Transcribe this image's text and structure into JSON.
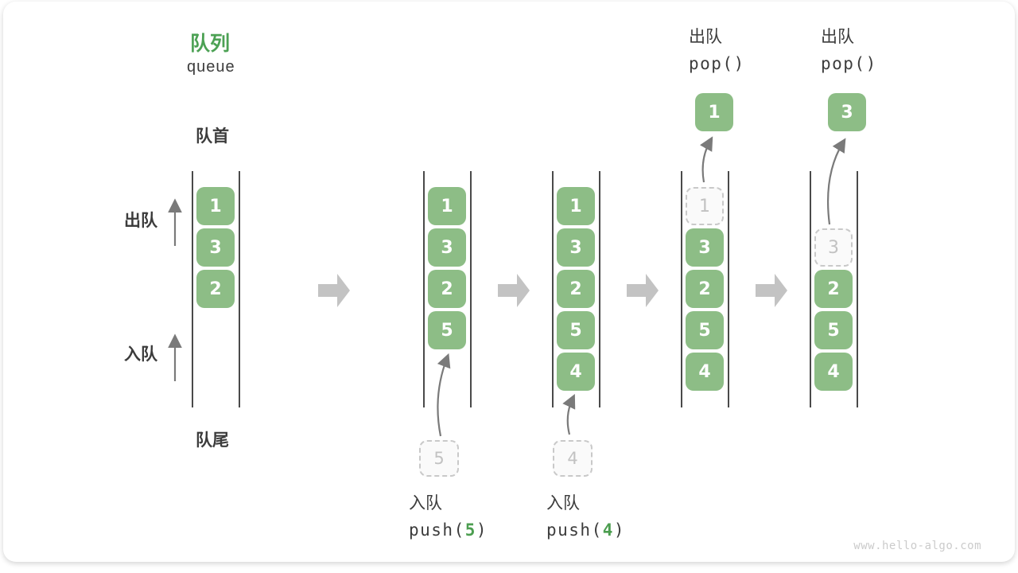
{
  "title": {
    "zh": "队列",
    "en": "queue"
  },
  "side_labels": {
    "front": "队首",
    "rear": "队尾",
    "dequeue": "出队",
    "enqueue": "入队"
  },
  "watermark": "www.hello-algo.com",
  "colors": {
    "box-green": "#8DBD86",
    "title-green": "#4CA154",
    "code-arg-green": "#4C9E50",
    "text-dark": "#3C3C3C",
    "block-arrow-gray": "#C3C3C3",
    "dashed-border-gray": "#C9C9C9",
    "dashed-text-gray": "#C2C2C2",
    "dashed-fill": "#FAFAFA",
    "column-line": "#4A4A4A",
    "thin-arrow-gray": "#7A7A7A",
    "watermark-gray": "#CBCBCB"
  },
  "states": [
    {
      "name": "initial",
      "cells": [
        {
          "slot": 1,
          "value": "1",
          "style": "solid"
        },
        {
          "slot": 2,
          "value": "3",
          "style": "solid"
        },
        {
          "slot": 3,
          "value": "2",
          "style": "solid"
        }
      ]
    },
    {
      "name": "after-push-5",
      "cells": [
        {
          "slot": 1,
          "value": "1",
          "style": "solid"
        },
        {
          "slot": 2,
          "value": "3",
          "style": "solid"
        },
        {
          "slot": 3,
          "value": "2",
          "style": "solid"
        },
        {
          "slot": 4,
          "value": "5",
          "style": "solid"
        }
      ],
      "annotation": {
        "position": "bottom",
        "label": "入队",
        "code_before": "push(",
        "code_arg": "5",
        "code_after": ")",
        "pending_value": "5"
      }
    },
    {
      "name": "after-push-4",
      "cells": [
        {
          "slot": 1,
          "value": "1",
          "style": "solid"
        },
        {
          "slot": 2,
          "value": "3",
          "style": "solid"
        },
        {
          "slot": 3,
          "value": "2",
          "style": "solid"
        },
        {
          "slot": 4,
          "value": "5",
          "style": "solid"
        },
        {
          "slot": 5,
          "value": "4",
          "style": "solid"
        }
      ],
      "annotation": {
        "position": "bottom",
        "label": "入队",
        "code_before": "push(",
        "code_arg": "4",
        "code_after": ")",
        "pending_value": "4"
      }
    },
    {
      "name": "after-pop-1",
      "cells": [
        {
          "slot": 1,
          "value": "1",
          "style": "dashed"
        },
        {
          "slot": 2,
          "value": "3",
          "style": "solid"
        },
        {
          "slot": 3,
          "value": "2",
          "style": "solid"
        },
        {
          "slot": 4,
          "value": "5",
          "style": "solid"
        },
        {
          "slot": 5,
          "value": "4",
          "style": "solid"
        }
      ],
      "annotation": {
        "position": "top",
        "label": "出队",
        "code": "pop()",
        "popped_value": "1"
      }
    },
    {
      "name": "after-pop-3",
      "cells": [
        {
          "slot": 2,
          "value": "3",
          "style": "dashed"
        },
        {
          "slot": 3,
          "value": "2",
          "style": "solid"
        },
        {
          "slot": 4,
          "value": "5",
          "style": "solid"
        },
        {
          "slot": 5,
          "value": "4",
          "style": "solid"
        }
      ],
      "annotation": {
        "position": "top",
        "label": "出队",
        "code": "pop()",
        "popped_value": "3"
      }
    }
  ]
}
